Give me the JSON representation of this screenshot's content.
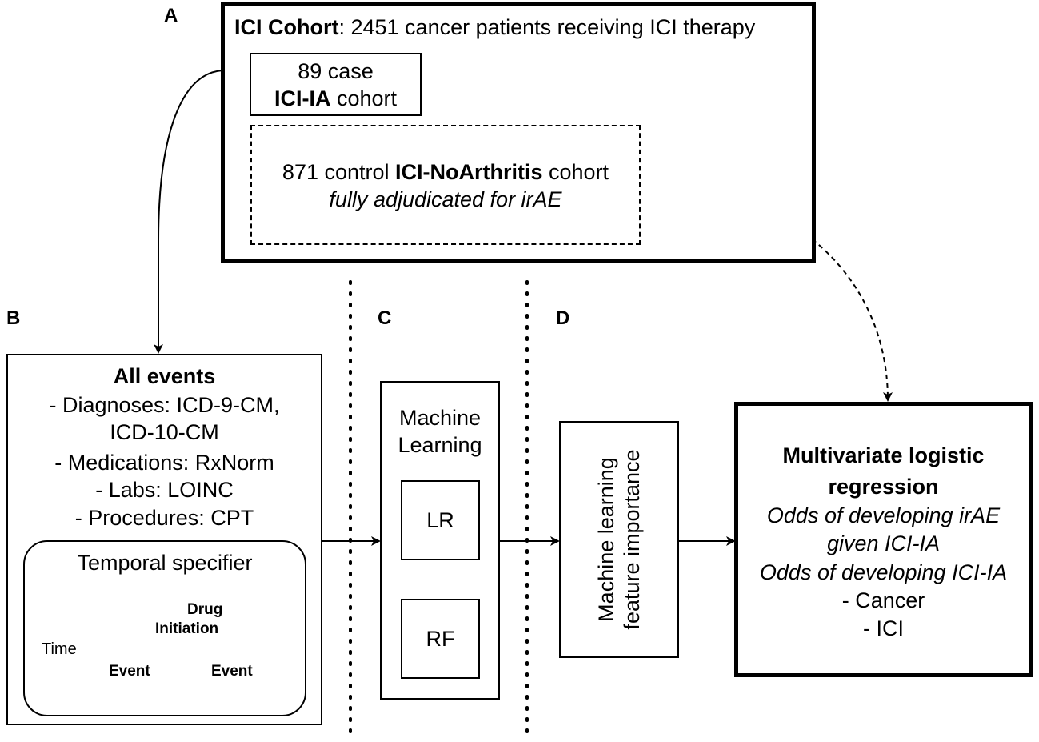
{
  "panels": {
    "a": "A",
    "b": "B",
    "c": "C",
    "d": "D"
  },
  "cohort": {
    "title_bold": "ICI Cohort",
    "title_rest": ": 2451 cancer patients receiving ICI therapy",
    "case_line1": "89 case",
    "case_bold": "ICI-IA",
    "case_rest": " cohort",
    "control_prefix": "871 control ",
    "control_bold": "ICI-NoArthritis",
    "control_rest": " cohort",
    "control_italic": "fully adjudicated for irAE"
  },
  "events": {
    "title": "All events",
    "lines": [
      "- Diagnoses: ICD-9-CM,",
      "ICD-10-CM",
      "- Medications: RxNorm",
      "- Labs: LOINC",
      "- Procedures: CPT"
    ],
    "temporal_title": "Temporal specifier",
    "time_label": "Time",
    "drug_label_1": "Drug",
    "drug_label_2": "Initiation",
    "event_left": "Event",
    "event_right": "Event",
    "colors": {
      "event_before": "#e8262b",
      "drug": "#8a8a8a",
      "event_after": "#1f6fb5"
    }
  },
  "ml": {
    "title_1": "Machine",
    "title_2": "Learning",
    "lr": "LR",
    "rf": "RF"
  },
  "feature": {
    "line1": "Machine learning",
    "line2": "feature importance"
  },
  "regression": {
    "title_1": "Multivariate logistic",
    "title_2": "regression",
    "italic_1": "Odds of developing irAE",
    "italic_2": "given ICI-IA",
    "italic_3": "Odds of developing ICI-IA",
    "item_1": "- Cancer",
    "item_2": "- ICI"
  }
}
